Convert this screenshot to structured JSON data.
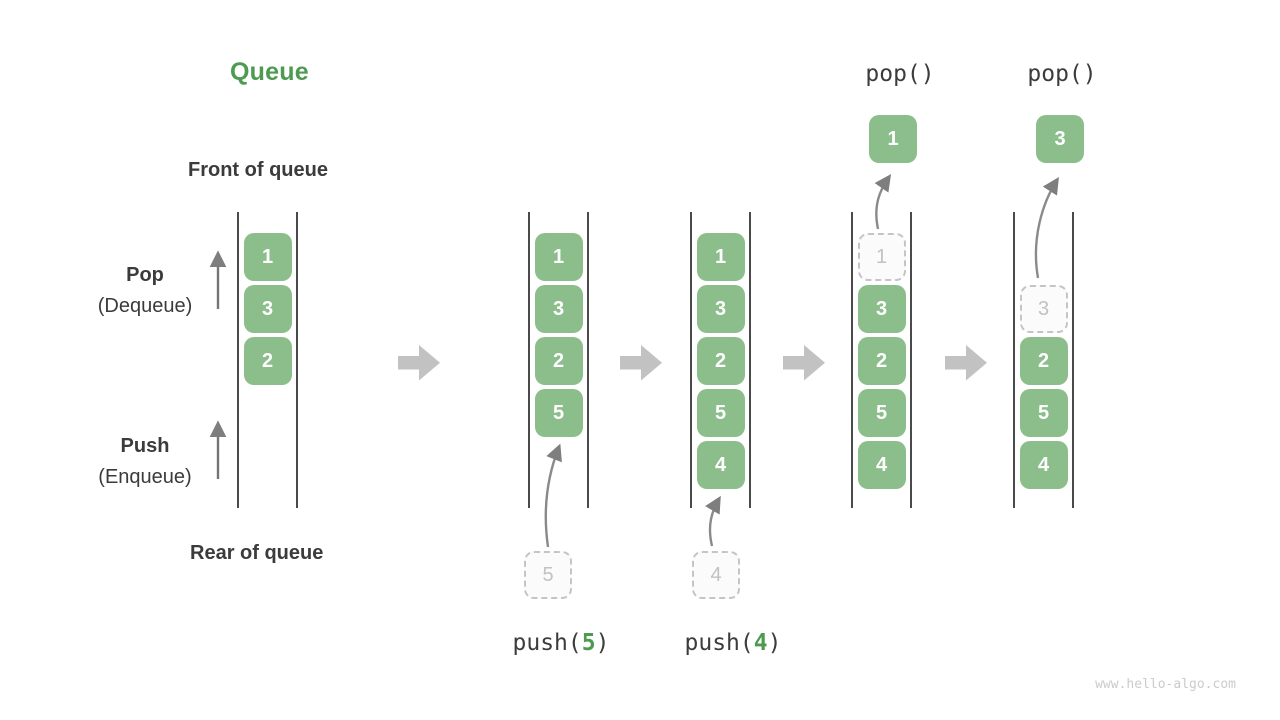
{
  "title": "Queue",
  "labels": {
    "front": "Front of queue",
    "rear": "Rear of queue",
    "pop": "Pop",
    "pop_sub": "(Dequeue)",
    "push": "Push",
    "push_sub": "(Enqueue)"
  },
  "queues": [
    {
      "boxes": [
        {
          "v": "1"
        },
        {
          "v": "3"
        },
        {
          "v": "2"
        }
      ]
    },
    {
      "boxes": [
        {
          "v": "1"
        },
        {
          "v": "3"
        },
        {
          "v": "2"
        },
        {
          "v": "5"
        }
      ]
    },
    {
      "boxes": [
        {
          "v": "1"
        },
        {
          "v": "3"
        },
        {
          "v": "2"
        },
        {
          "v": "5"
        },
        {
          "v": "4"
        }
      ]
    },
    {
      "boxes": [
        {
          "v": "1",
          "ghost": true
        },
        {
          "v": "3"
        },
        {
          "v": "2"
        },
        {
          "v": "5"
        },
        {
          "v": "4"
        }
      ]
    },
    {
      "boxes": [
        {
          "v": "3",
          "ghost": true
        },
        {
          "v": "2"
        },
        {
          "v": "5"
        },
        {
          "v": "4"
        }
      ]
    }
  ],
  "pop_events": [
    {
      "label": "pop()",
      "value": "1"
    },
    {
      "label": "pop()",
      "value": "3"
    }
  ],
  "push_events": [
    {
      "fn": "push(",
      "arg": "5",
      "close": ")"
    },
    {
      "fn": "push(",
      "arg": "4",
      "close": ")"
    }
  ],
  "watermark": "www.hello-algo.com",
  "colors": {
    "box_green": "#8CBE8C",
    "title_green": "#4D9A51",
    "text_dark": "#3B3B3B",
    "ghost_gray": "#C2C2C2",
    "block_arrow_gray": "#C2C2C2",
    "trace_arrow_gray": "#8A8A8A",
    "wall_gray": "#4A4A4A"
  }
}
